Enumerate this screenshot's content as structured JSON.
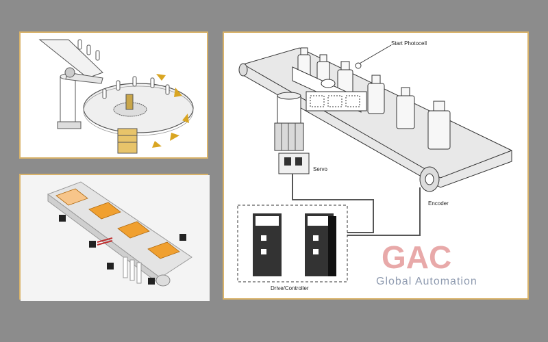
{
  "labels": {
    "start_photocell": "Start Photocell",
    "servo": "Servo",
    "encoder": "Encoder",
    "drive_controller": "Drive/Controller"
  },
  "watermark": {
    "letters": "GAC",
    "tagline": "Global Automation",
    "colors": {
      "g": "#e8a9a9",
      "a": "#e8a9a9",
      "c": "#a9b4c9",
      "tagline": "#8f9bb0"
    }
  },
  "colors": {
    "background": "#8c8c8c",
    "panel_border": "#d9b36a",
    "arrow_gold": "#d9a521",
    "box_orange": "#f0a030"
  }
}
